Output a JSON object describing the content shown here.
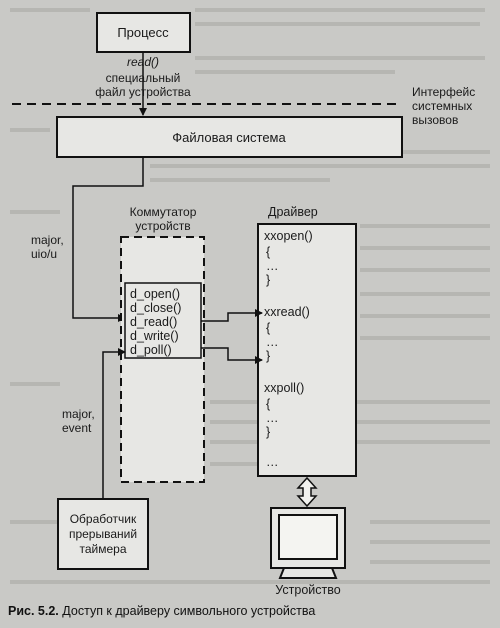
{
  "process": {
    "label": "Процесс"
  },
  "read_call": {
    "func": "read()",
    "line1": "специальный",
    "line2": "файл устройства"
  },
  "syscall_iface": {
    "line1": "Интерфейс",
    "line2": "системных",
    "line3": "вызовов"
  },
  "filesystem": {
    "label": "Файловая система"
  },
  "switch": {
    "title1": "Коммутатор",
    "title2": "устройств",
    "entries": [
      "d_open()",
      "d_close()",
      "d_read()",
      "d_write()",
      "d_poll()"
    ]
  },
  "driver": {
    "title": "Драйвер",
    "lines": [
      "xxopen()",
      "{",
      "…",
      "}",
      "xxread()",
      "{",
      "…",
      "}",
      "xxpoll()",
      "{",
      "…",
      "}",
      "…"
    ]
  },
  "major_uio": {
    "line1": "major,",
    "line2": "uio/u"
  },
  "major_event": {
    "line1": "major,",
    "line2": "event"
  },
  "handler": {
    "line1": "Обработчик",
    "line2": "прерываний",
    "line3": "таймера"
  },
  "device": {
    "label": "Устройство"
  },
  "caption": {
    "num": "Рис. 5.2.",
    "text": "Доступ к драйверу символьного устройства"
  },
  "colors": {
    "box_fill": "#e7e7e4",
    "line": "#111111",
    "background": "#c9c9c6"
  }
}
